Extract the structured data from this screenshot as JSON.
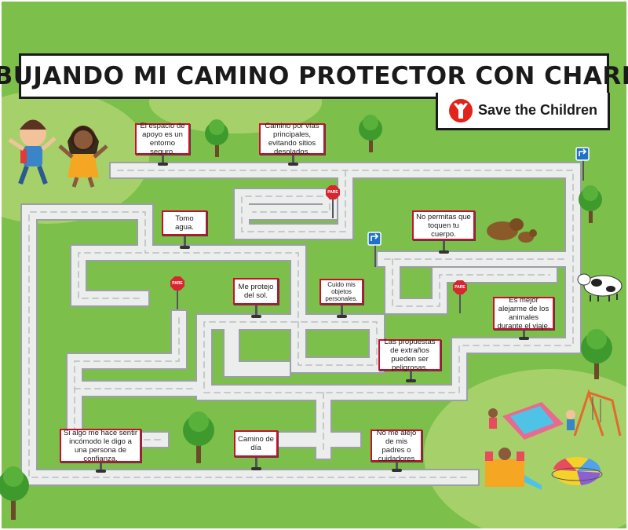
{
  "title": "DIBUJANDO MI CAMINO PROTECTOR CON CHARLIE",
  "brand": {
    "name": "Save the Children",
    "logo_icon": "child-arms-raised-logo-icon",
    "logo_color": "#e2231a"
  },
  "stop_label": "PARE",
  "signs": [
    "El espacio de apoyo es un entorno seguro.",
    "Camino por vías principales, evitando sitios desolados.",
    "Tomo agua.",
    "No permitas que toquen tu cuerpo.",
    "Me protejo del sol.",
    "Cuido mis objetos personales.",
    "Es mejor alejarme de los animales durante el viaje.",
    "Las propuestas de extraños pueden ser peligrosas.",
    "Si algo me hace sentir incómodo le digo a una persona de confianza.",
    "Camino de día",
    "No me alejo de mis padres o cuidadores"
  ],
  "colors": {
    "grass": "#7cc04b",
    "road": "#eceded",
    "road_edge": "#9aa0a3",
    "sign_border": "#c8102e",
    "stop": "#d7262f"
  }
}
